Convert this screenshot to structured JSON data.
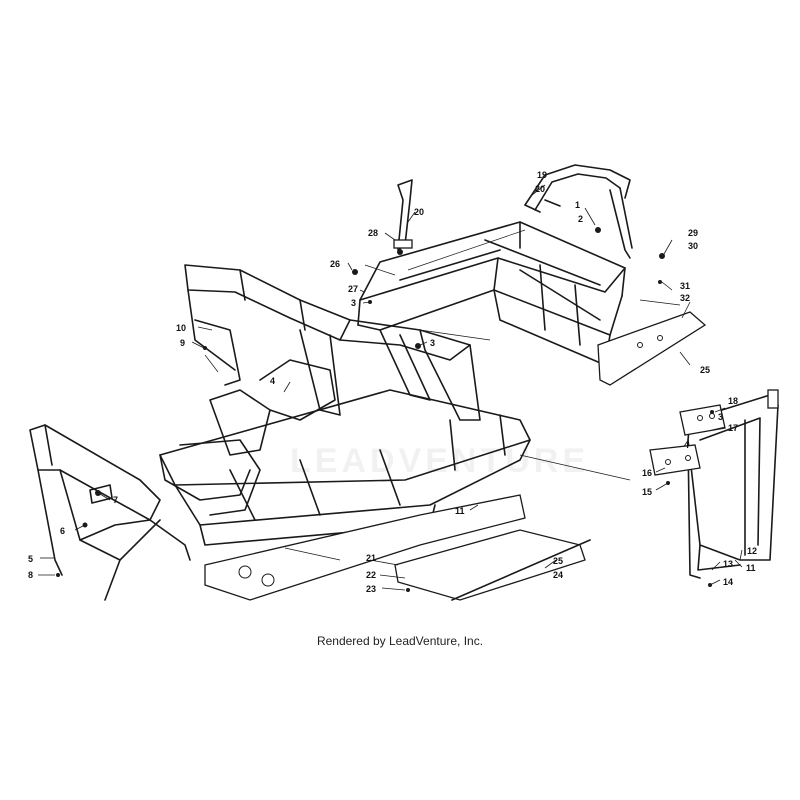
{
  "credit": "Rendered by LeadVenture, Inc.",
  "watermark": "LEADVENTURE",
  "callouts": [
    "1",
    "2",
    "3",
    "4",
    "5",
    "6",
    "7",
    "8",
    "9",
    "10",
    "11",
    "12",
    "13",
    "14",
    "15",
    "16",
    "17",
    "18",
    "19",
    "20",
    "21",
    "22",
    "23",
    "24",
    "25",
    "26",
    "27",
    "28",
    "29",
    "30",
    "31",
    "32"
  ]
}
